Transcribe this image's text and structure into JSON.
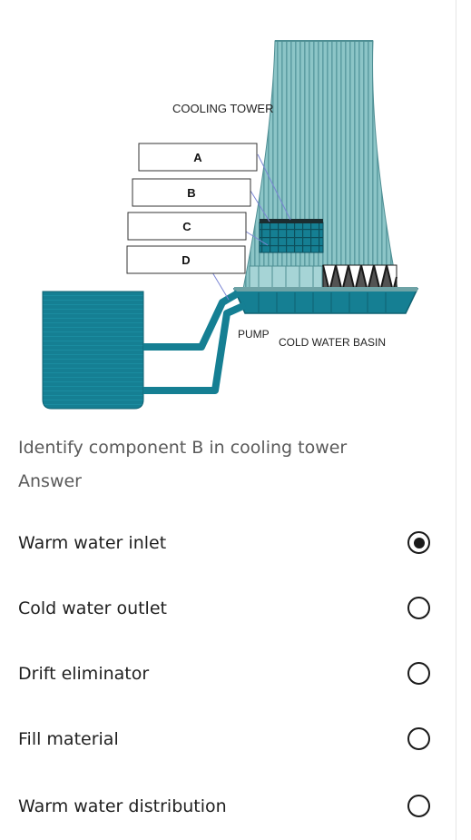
{
  "diagram": {
    "title": "COOLING TOWER",
    "labels": [
      "A",
      "B",
      "C",
      "D"
    ],
    "pump_label": "PUMP",
    "basin_label": "COLD WATER BASIN"
  },
  "question": {
    "text": "Identify component B in cooling tower",
    "answer_label": "Answer"
  },
  "options": [
    {
      "label": "Warm water inlet",
      "selected": true
    },
    {
      "label": "Cold water outlet",
      "selected": false
    },
    {
      "label": "Drift eliminator",
      "selected": false
    },
    {
      "label": "Fill material",
      "selected": false
    },
    {
      "label": "Warm water distribution",
      "selected": false
    }
  ],
  "colors": {
    "tower": "#8cc5c7",
    "tower_stripe": "#5e9ea3",
    "water": "#157f93",
    "water_dark": "#0f6272",
    "fill": "#1a1a1a"
  }
}
